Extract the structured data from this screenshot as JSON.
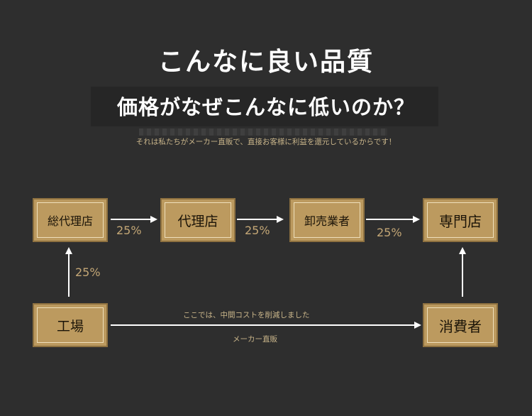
{
  "title_line1": "こんなに良い品質",
  "title_line2": "価格がなぜこんなに低いのか？",
  "subtitle": "それは私たちがメーカー直販で、直接お客様に利益を還元しているからです！",
  "nodes": {
    "general_agency": "総代理店",
    "agency": "代理店",
    "wholesaler": "卸売業者",
    "specialty_store": "専門店",
    "factory": "工場",
    "consumer": "消費者"
  },
  "margins": {
    "factory_to_general": "25%",
    "general_to_agency": "25%",
    "agency_to_wholesaler": "25%",
    "wholesaler_to_store": "25%"
  },
  "direct_route": {
    "note_top": "ここでは、中間コストを削減しました",
    "note_bottom": "メーカー直販"
  },
  "colors": {
    "background": "#2e2e2e",
    "box_fill": "#bc9a5f",
    "percent_text": "#c4a776",
    "arrow": "#ffffff"
  }
}
